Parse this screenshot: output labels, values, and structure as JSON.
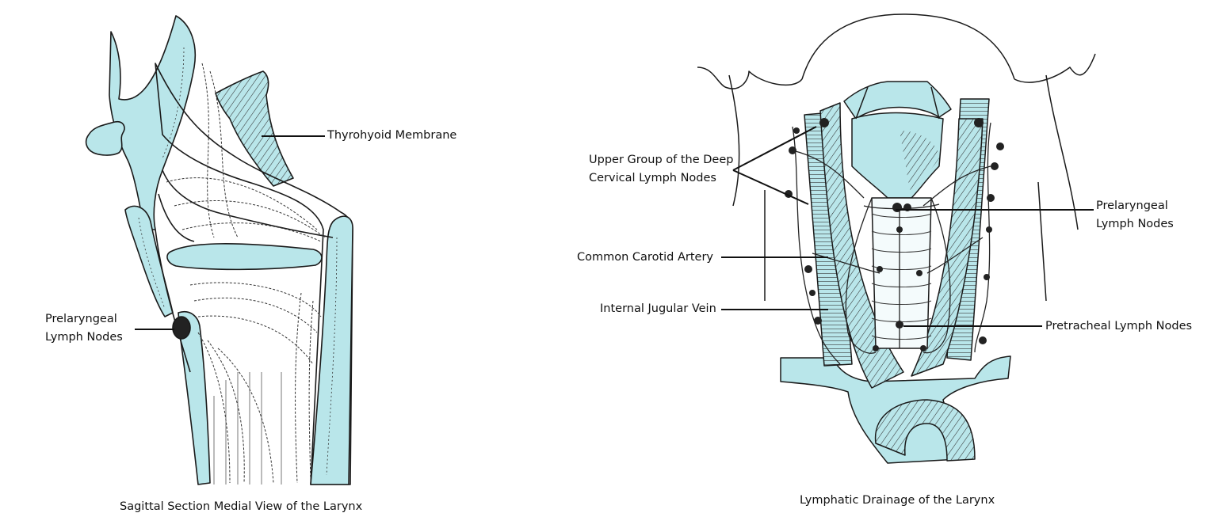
{
  "colors": {
    "tissue": "#b9e6ea",
    "line": "#1a1a1a",
    "background": "#ffffff"
  },
  "left_figure": {
    "caption": "Sagittal Section Medial View of the Larynx",
    "labels": {
      "thyrohyoid_membrane": "Thyrohyoid Membrane",
      "prelaryngeal_line1": "Prelaryngeal",
      "prelaryngeal_line2": "Lymph Nodes"
    }
  },
  "right_figure": {
    "caption": "Lymphatic Drainage of the Larynx",
    "labels": {
      "upper_group_line1": "Upper Group of the Deep",
      "upper_group_line2": "Cervical Lymph Nodes",
      "prelaryngeal_line1": "Prelaryngeal",
      "prelaryngeal_line2": "Lymph Nodes",
      "common_carotid": "Common Carotid Artery",
      "internal_jugular": "Internal Jugular Vein",
      "pretracheal": "Pretracheal Lymph Nodes"
    }
  }
}
